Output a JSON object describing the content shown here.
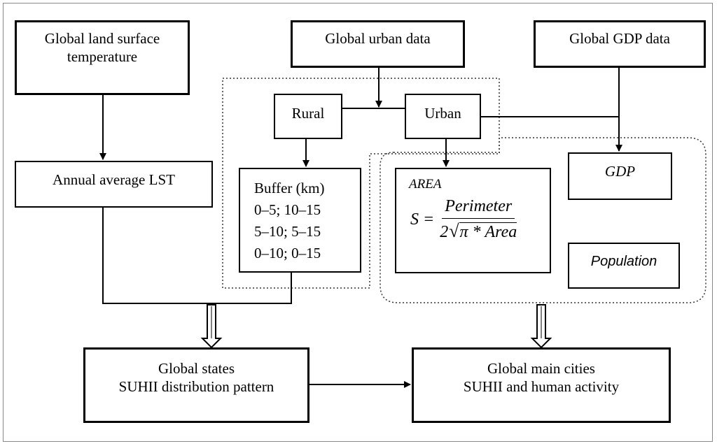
{
  "nodes": {
    "global_lst": "Global land surface temperature",
    "global_urban": "Global urban data",
    "global_gdp": "Global GDP data",
    "rural": "Rural",
    "urban": "Urban",
    "annual_lst": "Annual average LST",
    "buffer": {
      "title": "Buffer (km)",
      "ranges": [
        "0–5; 10–15",
        "5–10; 5–15",
        "0–10; 0–15"
      ]
    },
    "area": {
      "label": "AREA",
      "formula_lhs": "S =",
      "numerator": "Perimeter",
      "denominator_coef": "2",
      "sqrt_symbol": "√",
      "denominator_body": "π * Area"
    },
    "gdp": "GDP",
    "population": "Population",
    "states": {
      "line1": "Global states",
      "line2": "SUHII distribution pattern"
    },
    "cities": {
      "line1": "Global main cities",
      "line2": "SUHII and human activity"
    }
  }
}
